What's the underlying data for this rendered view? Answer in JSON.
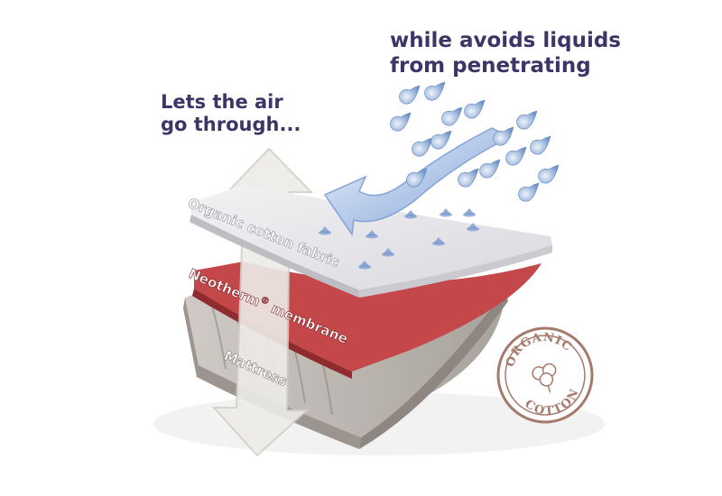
{
  "captions": {
    "liquids_line1": "while avoids liquids",
    "liquids_line2": "from penetrating",
    "air_line1": "Lets the air",
    "air_line2": "go through..."
  },
  "layers": {
    "fabric": "Organic cotton fabric",
    "membrane_name": "Neotherm",
    "membrane_mark": "®",
    "membrane_suffix": " membrane",
    "mattress": "Mattress"
  },
  "badge": {
    "line1": "ORGANIC",
    "line2": "COTTON"
  },
  "colors": {
    "caption": "#3d3566",
    "fabric": "#e9e9ec",
    "membrane": "#c4474a",
    "mattress": "#b8b3ae",
    "drop": "#6f94c8",
    "flow_arrow": "#8fb0e0",
    "air_arrow": "#eeece8",
    "badge": "#a67a6b"
  },
  "icons": {
    "drops": "water-drop-icon",
    "air_arrow": "up-down-arrow-icon",
    "liquid_arrow": "curved-arrow-icon",
    "badge_center": "cotton-boll-icon"
  }
}
